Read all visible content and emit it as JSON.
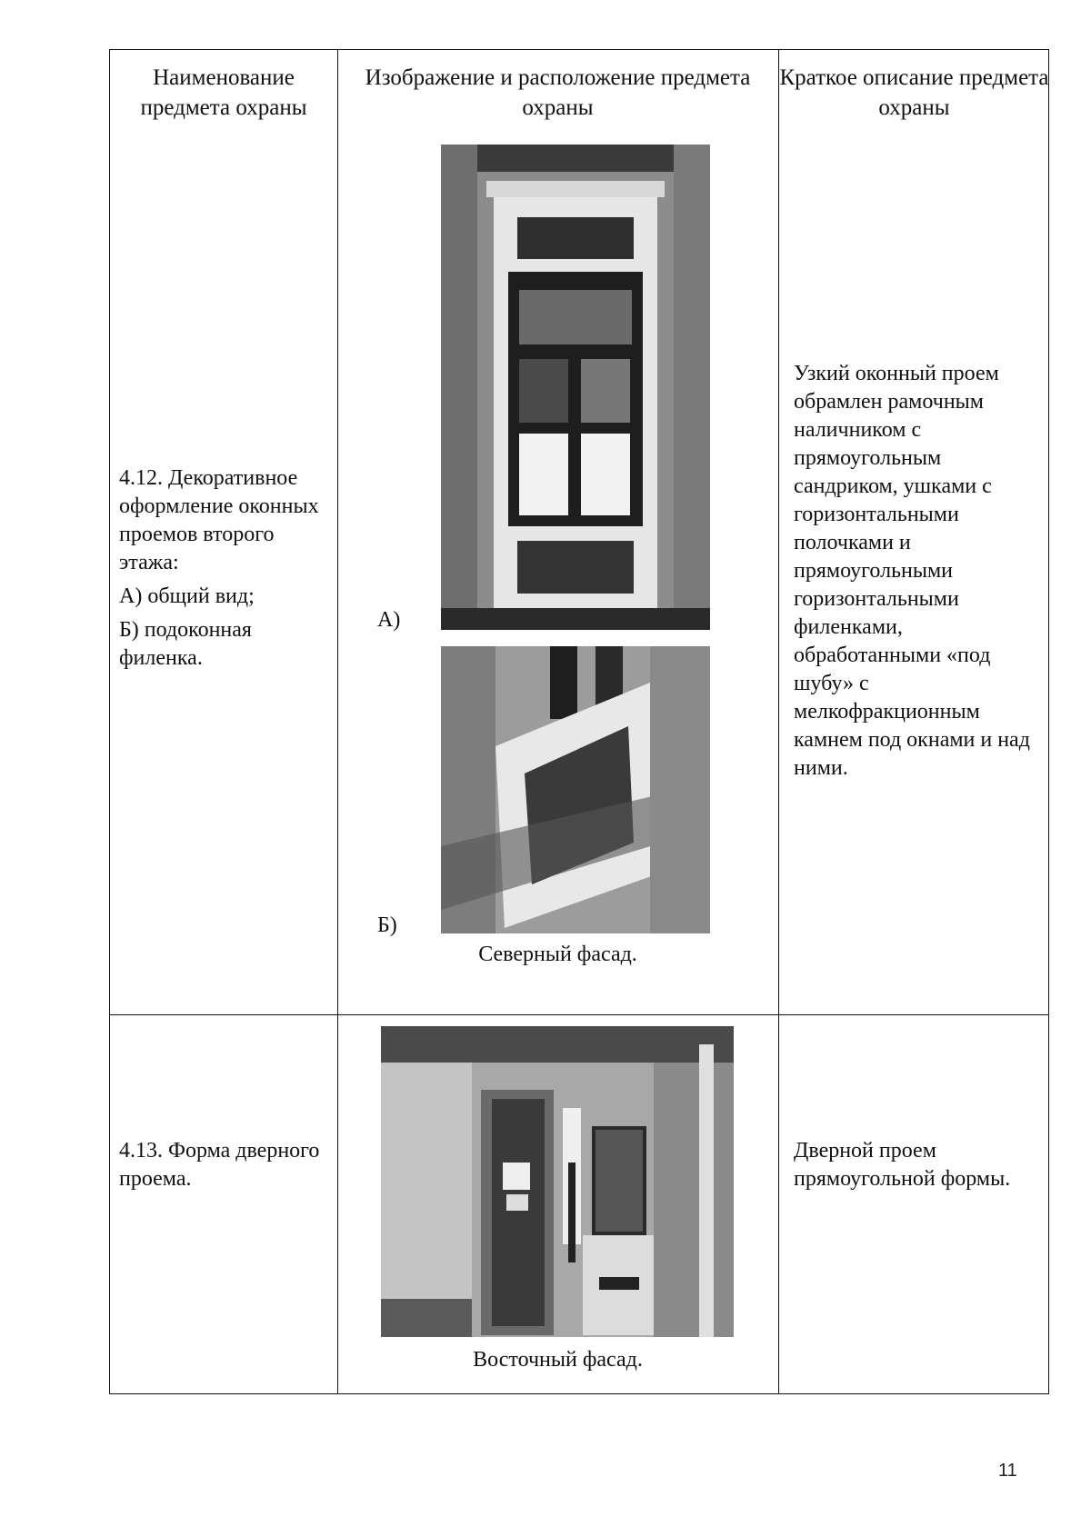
{
  "header": {
    "col1": "Наименование предмета охраны",
    "col2": "Изображение и расположение предмета охраны",
    "col3": "Краткое описание предмета охраны"
  },
  "rows": [
    {
      "name_lines": [
        "4.12. Декоративное оформление оконных проемов второго этажа:",
        "А) общий вид;",
        "Б) подоконная филенка."
      ],
      "photo_labels": [
        "А)",
        "Б)"
      ],
      "caption": "Северный фасад.",
      "description": "Узкий оконный проем обрамлен рамочным наличником с прямоугольным сандриком, ушками с горизонтальными полочками и прямоугольными горизонтальными филенками, обработанными «под шубу» с мелкофракционным камнем под окнами и над ними."
    },
    {
      "name_lines": [
        "4.13. Форма дверного проема."
      ],
      "caption": "Восточный фасад.",
      "description": "Дверной проем прямоугольной формы."
    }
  ],
  "page_number": "11"
}
